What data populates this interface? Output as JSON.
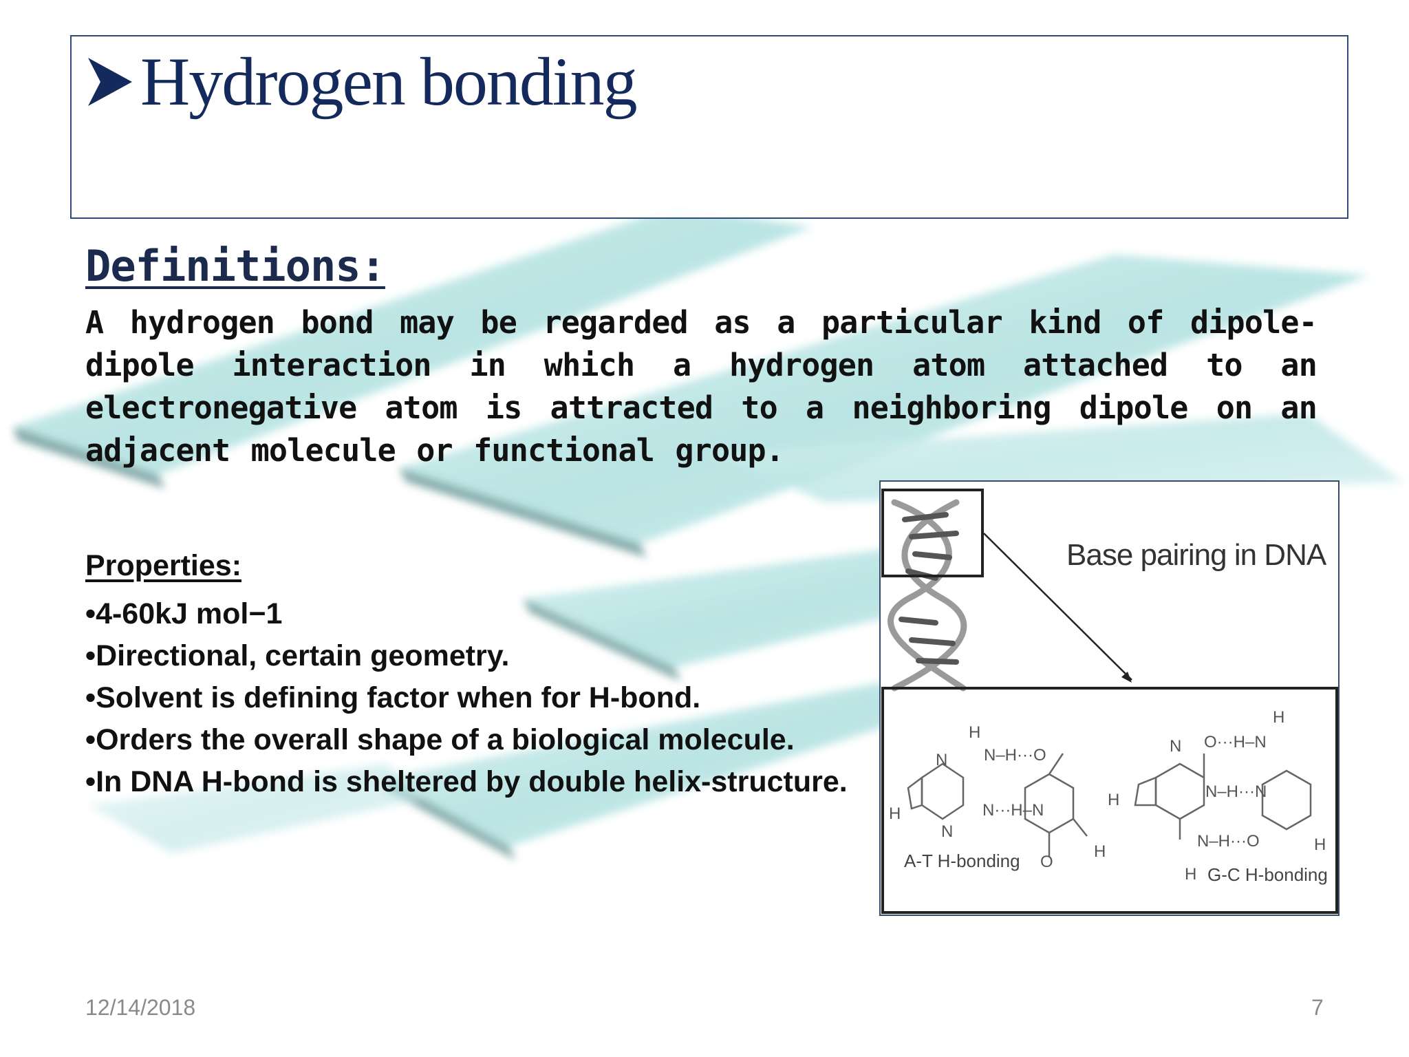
{
  "slide": {
    "title": "Hydrogen bonding",
    "definitions_heading": "Definitions:",
    "definition_text": "A hydrogen bond may be regarded as a particular kind of dipole-dipole interaction in which a hydrogen atom attached to an electronegative atom is attracted to a neighboring dipole on an adjacent molecule or functional group.",
    "properties_heading": "Properties:",
    "properties": [
      "4-60kJ mol−1",
      "Directional, certain geometry.",
      "Solvent is defining factor when for H-bond.",
      "Orders the overall shape of a biological molecule.",
      "In DNA H-bond is sheltered by double helix-structure."
    ],
    "figure": {
      "caption": "Base pairing in DNA",
      "at_label": "A-T H-bonding",
      "gc_label": "G-C H-bonding",
      "atoms": {
        "N": "N",
        "H": "H",
        "O": "O",
        "NH_O": "N–H···O",
        "NH_N": "N···H–N",
        "O_HN": "O···H–N",
        "N_HN": "N–H···N",
        "NH_O2": "N–H···O"
      }
    },
    "footer": {
      "date": "12/14/2018",
      "page": "7"
    }
  },
  "colors": {
    "title": "#142a5c",
    "title_border": "#2e4a7a",
    "slab_teal": "#a8dcdc",
    "slab_shadow": "#5f8f8f"
  }
}
